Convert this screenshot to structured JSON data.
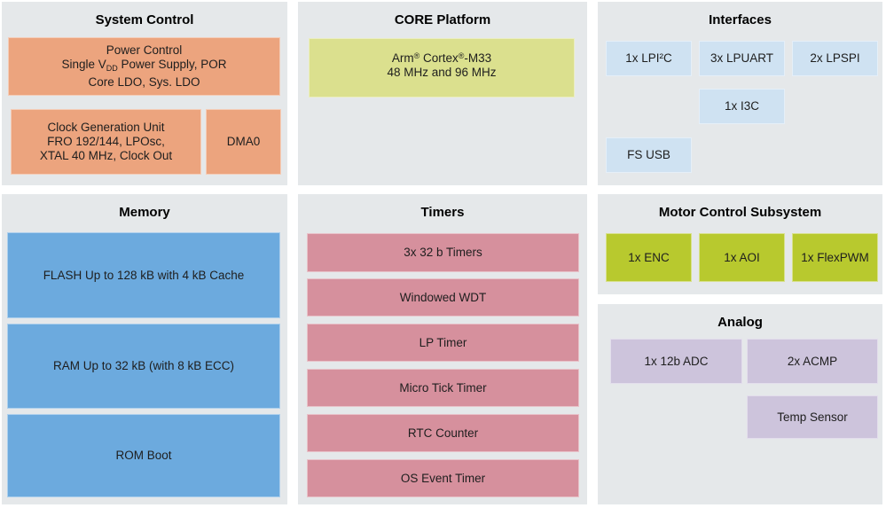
{
  "colors": {
    "page_bg": "#ffffff",
    "panel_bg": "#e5e8ea",
    "orange": "#eca47e",
    "core_yellow_green": "#dbe08e",
    "light_blue": "#cfe2f2",
    "memory_blue": "#6caade",
    "timer_pink": "#d6909d",
    "motor_green": "#b8c92e",
    "analog_purple": "#cdc4dc",
    "text": "#1a1a1a"
  },
  "system_control": {
    "title": "System Control",
    "power_block": {
      "line1": "Power Control",
      "line2_pre": "Single V",
      "line2_sub": "DD",
      "line2_post": " Power Supply, POR",
      "line3": "Core LDO, Sys. LDO"
    },
    "clock_block": {
      "line1": "Clock Generation Unit",
      "line2": "FRO 192/144, LPOsc,",
      "line3": "XTAL 40 MHz, Clock Out"
    },
    "dma_block": {
      "label": "DMA0"
    }
  },
  "core_platform": {
    "title": "CORE Platform",
    "cpu_block": {
      "line1_pre": "Arm",
      "line1_sup1": "®",
      "line1_mid": " Cortex",
      "line1_sup2": "®",
      "line1_post": "-M33",
      "line2": "48 MHz and 96 MHz"
    }
  },
  "interfaces": {
    "title": "Interfaces",
    "blocks": {
      "lpi2c": "1x LPI²C",
      "lpuart": "3x LPUART",
      "lpspi": "2x LPSPI",
      "i3c": "1x I3C",
      "fs_usb": "FS USB"
    }
  },
  "memory": {
    "title": "Memory",
    "blocks": {
      "flash": "FLASH Up to 128 kB with 4 kB Cache",
      "ram": "RAM Up to 32 kB (with 8 kB ECC)",
      "rom": "ROM Boot"
    }
  },
  "timers": {
    "title": "Timers",
    "blocks": {
      "gpt": "3x 32 b Timers",
      "wdt": "Windowed WDT",
      "lptimer": "LP Timer",
      "utick": "Micro Tick Timer",
      "rtc": "RTC Counter",
      "ostimer": "OS Event Timer"
    }
  },
  "motor_control": {
    "title": "Motor Control Subsystem",
    "blocks": {
      "enc": "1x ENC",
      "aoi": "1x AOI",
      "flexpwm": "1x FlexPWM"
    }
  },
  "analog": {
    "title": "Analog",
    "blocks": {
      "adc": "1x 12b ADC",
      "acmp": "2x ACMP",
      "temp_sensor": "Temp Sensor"
    }
  }
}
